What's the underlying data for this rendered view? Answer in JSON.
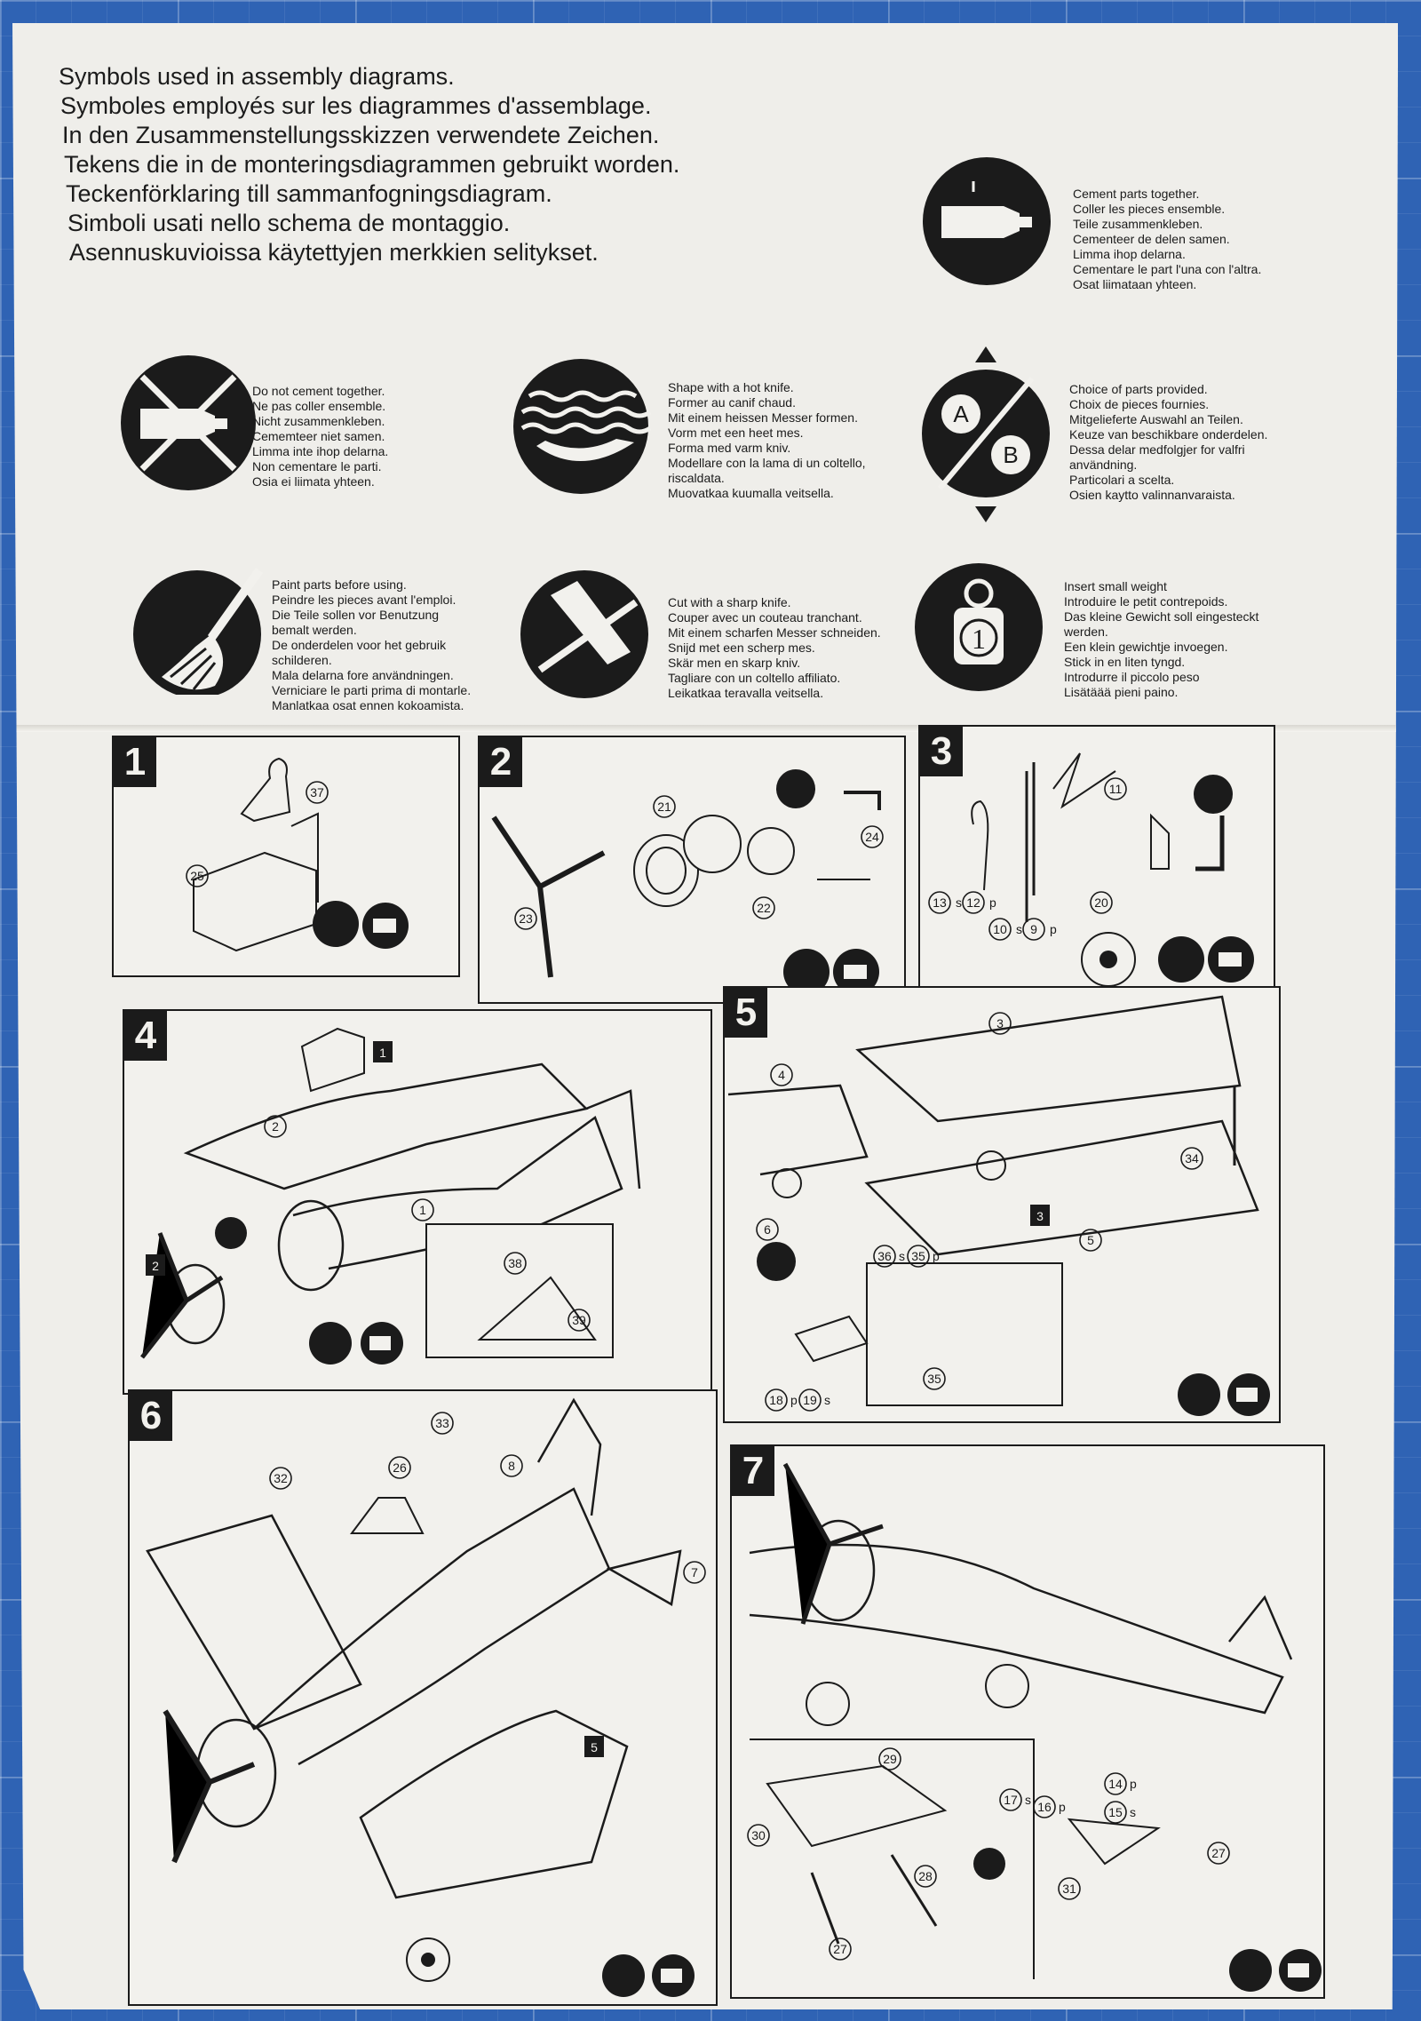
{
  "header_lines": [
    "Symbols used in assembly diagrams.",
    "Symboles employés sur les diagrammes d'assemblage.",
    "In den Zusammenstellungsskizzen verwendete Zeichen.",
    "Tekens die in de monteringsdiagrammen gebruikt worden.",
    "Teckenförklaring till sammanfogningsdiagram.",
    "Simboli usati nello schema de montaggio.",
    "Asennuskuvioissa käytettyjen merkkien selitykset."
  ],
  "symbols": {
    "cement": {
      "icon": "glue-tube-icon",
      "lines": [
        "Cement parts together.",
        "Coller les pieces ensemble.",
        "Teile zusammenkleben.",
        "Cementeer de delen samen.",
        "Limma ihop delarna.",
        "Cementare le part l'una con l'altra.",
        "Osat liimataan yhteen."
      ]
    },
    "no_cement": {
      "icon": "no-glue-icon",
      "lines": [
        "Do not cement together.",
        "Ne pas coller ensemble.",
        "Nicht zusammenkleben.",
        "Cememteer niet samen.",
        "Limma inte ihop delarna.",
        "Non cementare le parti.",
        "Osia ei liimata yhteen."
      ]
    },
    "hot_knife": {
      "icon": "hot-knife-icon",
      "lines": [
        "Shape with a hot knife.",
        "Former au canif chaud.",
        "Mit einem heissen Messer formen.",
        "Vorm met een heet mes.",
        "Forma med varm kniv.",
        "Modellare con la lama di un coltello,",
        "riscaldata.",
        "Muovatkaa kuumalla veitsella."
      ]
    },
    "choice": {
      "icon": "choice-ab-icon",
      "label_a": "A",
      "label_b": "B",
      "lines": [
        "Choice of parts provided.",
        "Choix de pieces fournies.",
        "Mitgelieferte Auswahl an Teilen.",
        "Keuze van beschikbare onderdelen.",
        "Dessa delar medfolgjer for valfri",
        "användning.",
        "Particolari a scelta.",
        "Osien kaytto valinnanvaraista."
      ]
    },
    "paint": {
      "icon": "paint-brush-icon",
      "lines": [
        "Paint parts before using.",
        "Peindre les pieces avant l'emploi.",
        "Die Teile sollen vor Benutzung",
        "bemalt werden.",
        "De onderdelen voor het gebruik",
        "schilderen.",
        "Mala delarna fore användningen.",
        "Verniciare le parti prima di montarle.",
        "Manlatkaa osat ennen kokoamista."
      ]
    },
    "sharp_knife": {
      "icon": "sharp-knife-icon",
      "lines": [
        "Cut with a sharp knife.",
        "Couper avec un couteau tranchant.",
        "Mit einem scharfen Messer schneiden.",
        "Snijd met een scherp mes.",
        "Skär men en skarp kniv.",
        "Tagliare con un coltello affiliato.",
        "Leikatkaa teravalla veitsella."
      ]
    },
    "weight": {
      "icon": "weight-icon",
      "label": "1",
      "lines": [
        "Insert small weight",
        "Introduire le petit contrepoids.",
        "Das kleine Gewicht soll eingesteckt",
        "werden.",
        "Een klein gewichtje invoegen.",
        "Stick in en liten tyngd.",
        "Introdurre il piccolo peso",
        "Lisätäää pieni paino."
      ]
    }
  },
  "steps": [
    {
      "number": "1",
      "parts": [
        "37",
        "25"
      ]
    },
    {
      "number": "2",
      "parts": [
        "21",
        "24",
        "22",
        "23"
      ]
    },
    {
      "number": "3",
      "parts": [
        "11",
        "13",
        "12",
        "10",
        "9",
        "20"
      ],
      "suffix": [
        "s",
        "p",
        "s",
        "p"
      ]
    },
    {
      "number": "4",
      "parts": [
        "1",
        "2",
        "1",
        "2",
        "38",
        "39"
      ]
    },
    {
      "number": "5",
      "parts": [
        "3",
        "4",
        "34",
        "6",
        "3",
        "5",
        "36",
        "35",
        "18",
        "19",
        "35"
      ],
      "suffix": [
        "s",
        "p",
        "p",
        "s"
      ]
    },
    {
      "number": "6",
      "parts": [
        "33",
        "32",
        "26",
        "8",
        "7",
        "5"
      ]
    },
    {
      "number": "7",
      "parts": [
        "29",
        "30",
        "28",
        "17",
        "16",
        "14",
        "15",
        "27",
        "31",
        "27"
      ],
      "suffix": [
        "s",
        "p",
        "p",
        "s"
      ]
    }
  ]
}
